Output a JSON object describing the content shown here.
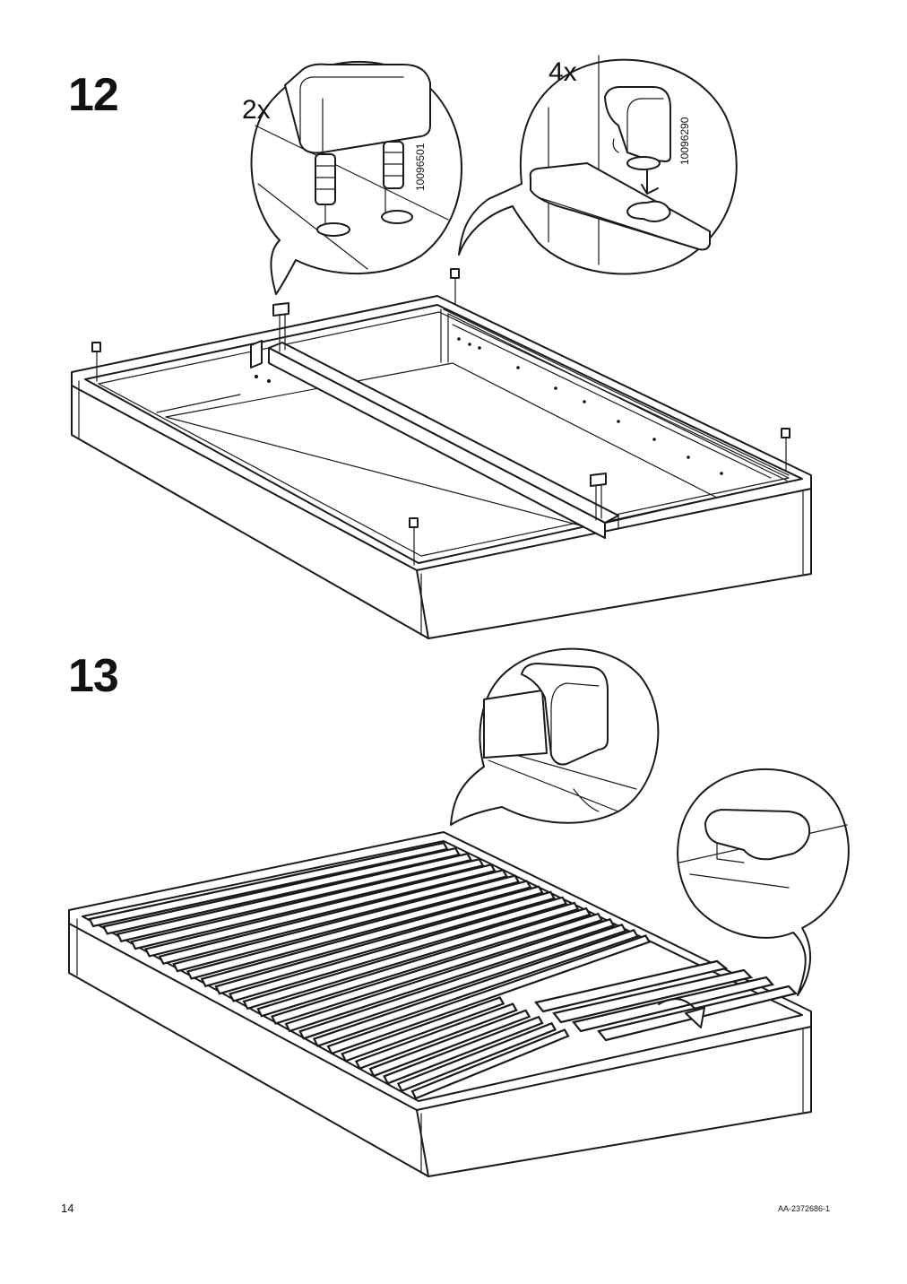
{
  "page": {
    "page_number": "14",
    "document_code": "AA-2372686-1"
  },
  "step12": {
    "number": "12",
    "callout_left": {
      "quantity": "2x",
      "part_number": "10096501",
      "icon": "center-support-leg-clip"
    },
    "callout_right": {
      "quantity": "4x",
      "part_number": "10096290",
      "icon": "slat-holder-clip"
    }
  },
  "step13": {
    "number": "13",
    "callout_top": {
      "icon": "slat-holder-on-rail"
    },
    "callout_right": {
      "icon": "slat-holder-clipped"
    }
  }
}
